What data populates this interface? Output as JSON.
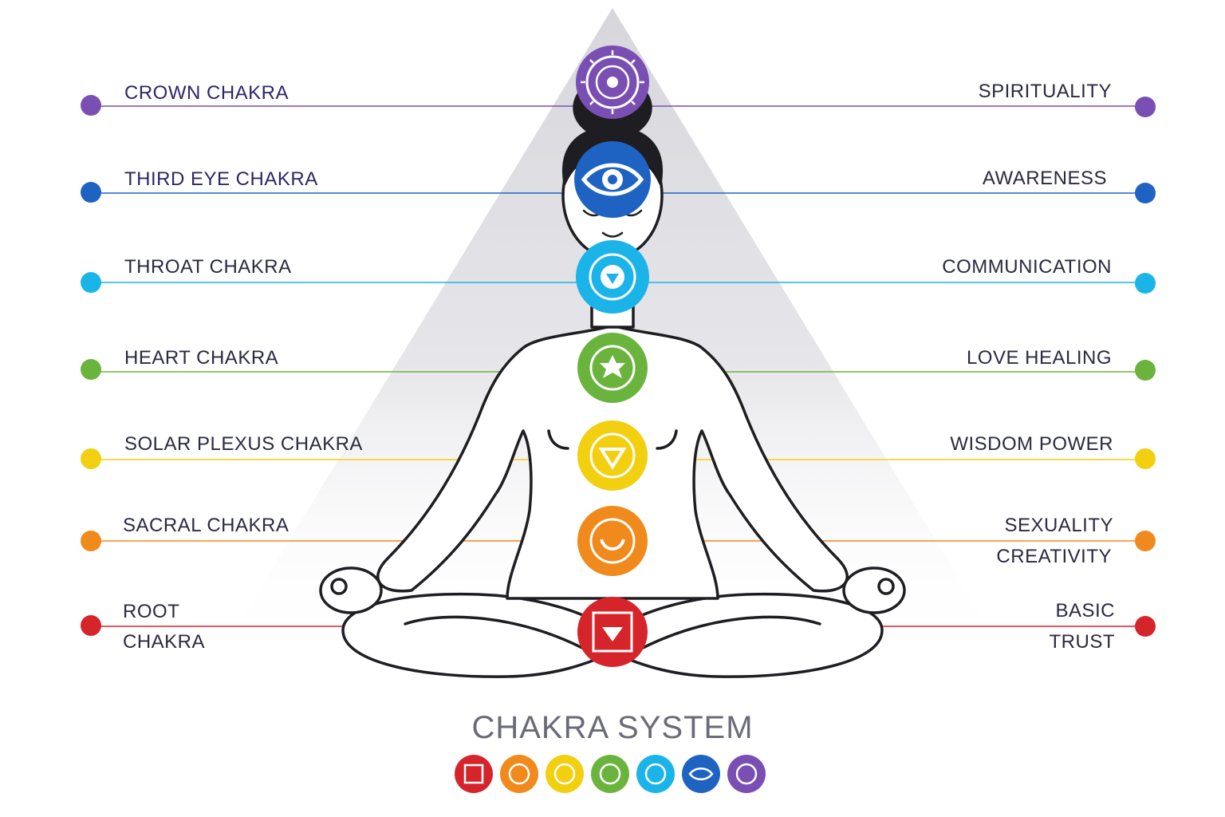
{
  "title": "CHAKRA SYSTEM",
  "chakras": [
    {
      "name": "CROWN CHAKRA",
      "meaning": [
        "SPIRITUALITY"
      ],
      "color": "#7a4fb3",
      "icon": "crown-chakra-icon"
    },
    {
      "name": "THIRD EYE CHAKRA",
      "meaning": [
        "AWARENESS"
      ],
      "color": "#1f63c2",
      "icon": "third-eye-chakra-icon"
    },
    {
      "name": "THROAT CHAKRA",
      "meaning": [
        "COMMUNICATION"
      ],
      "color": "#1bb4e8",
      "icon": "throat-chakra-icon"
    },
    {
      "name": "HEART CHAKRA",
      "meaning": [
        "LOVE HEALING"
      ],
      "color": "#6ab43d",
      "icon": "heart-chakra-icon"
    },
    {
      "name": "SOLAR PLEXUS CHAKRA",
      "meaning": [
        "WISDOM POWER"
      ],
      "color": "#f2cf0f",
      "icon": "solar-plexus-chakra-icon"
    },
    {
      "name": "SACRAL CHAKRA",
      "meaning": [
        "SEXUALITY",
        "CREATIVITY"
      ],
      "color": "#f08a1c",
      "icon": "sacral-chakra-icon"
    },
    {
      "name": "ROOT\nCHAKRA",
      "meaning": [
        "BASIC",
        "TRUST"
      ],
      "color": "#d6242b",
      "icon": "root-chakra-icon"
    }
  ]
}
